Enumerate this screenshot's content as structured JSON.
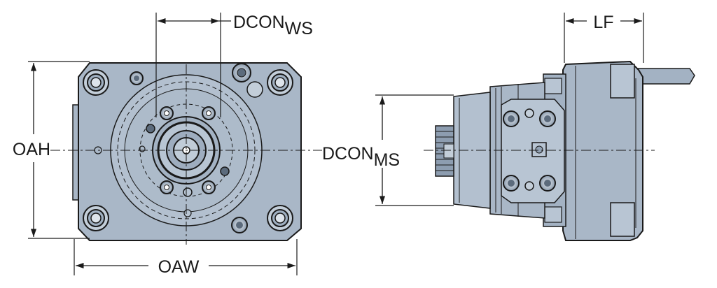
{
  "colors": {
    "body_fill": "#a9b7c7",
    "body_fill_light": "#b8c5d3",
    "body_fill_dark": "#93a3b5",
    "line": "#1a1a1a",
    "background": "#ffffff"
  },
  "front_view": {
    "dimension_width_label": "OAW",
    "dimension_height_label": "OAH",
    "dimension_connection_label_main": "DCON",
    "dimension_connection_label_sub": "WS"
  },
  "side_view": {
    "dimension_length_label": "LF",
    "dimension_connection_label_main": "DCON",
    "dimension_connection_label_sub": "MS"
  }
}
